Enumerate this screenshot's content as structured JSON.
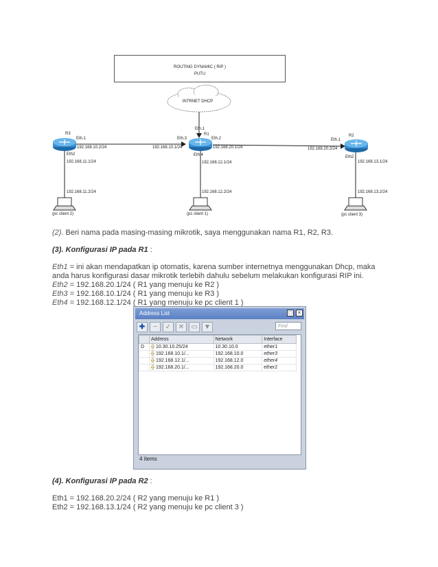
{
  "diagram": {
    "title_line1": "ROUTING DYNAMIC ( RIP )",
    "title_line2": "PUTU",
    "cloud": "INTRNET DHCP",
    "r1": {
      "name": "R1",
      "eth1": "Eth.1",
      "eth2": "Eth.2",
      "eth3": "Eth.3",
      "eth4": "Eth.4",
      "ip_eth3": "192.168.10.1/24",
      "ip_eth2": "192.168.20.1/24",
      "ip_eth4": "192.168.12.1/24",
      "ip_client": "192.168.12.2/24",
      "client": "(pc client 1)"
    },
    "r3": {
      "name": "R3",
      "eth1": "Eth.1",
      "eth2": "Eth2",
      "ip_eth1": "192.168.10.2/24",
      "ip_eth2": "192.168.11.1/24",
      "ip_client": "192.168.11.2/24",
      "client": "(pc client 2)"
    },
    "r2": {
      "name": "R2",
      "eth1": "Eth.1",
      "eth2": "Eth2",
      "ip_eth1": "192.168.20.2/24",
      "ip_eth2": "192.168.13.1/24",
      "ip_client": "192.168.13.2/24",
      "client": "(pc client 3)"
    }
  },
  "text": {
    "p2_num": "(2).",
    "p2": " Beri nama pada masing-masing mikrotik, saya menggunakan nama R1, R2, R3.",
    "p3_head": "(3). Konfigurasi IP pada R1",
    "p3_colon": " :",
    "eth1_k": "Eth1",
    "eth1_l1": " = ini akan mendapatkan ip otomatis, karena sumber internetnya   menggunakan Dhcp, maka",
    "eth1_l2": "anda harus konfigurasi dasar  mikrotik terlebih dahulu sebelum melakukan konfigurasi RIP ini.",
    "eth2_k": "Eth2",
    "eth2_v": " = 192.168.20.1/24 ( R1 yang menuju ke R2 )",
    "eth3_k": "Eth3",
    "eth3_v": " = 192.168.10.1/24 ( R1 yang menuju ke R3 )",
    "eth4_k": "Eth4",
    "eth4_v": " = 192.168.12.1/24 ( R1 yang menuju ke pc client 1 )",
    "p4_head": "(4). Konfigurasi IP pada R2",
    "p4_colon": " :",
    "r2_eth1": "Eth1 = 192.168.20.2/24 ( R2 yang menuju ke R1 )",
    "r2_eth2": "Eth2 = 192.168.13.1/24 ( R2 yang menuju ke pc client 3 )"
  },
  "address_list": {
    "title": "Address List",
    "find_placeholder": "Find",
    "columns": [
      "Address",
      "Network",
      "Interface"
    ],
    "rows": [
      {
        "flag": "D",
        "address": "10.30.10.25/24",
        "network": "10.30.10.0",
        "interface": "ether1"
      },
      {
        "flag": "",
        "address": "192.168.10.1/...",
        "network": "192.168.10.0",
        "interface": "ether3"
      },
      {
        "flag": "",
        "address": "192.168.12.1/...",
        "network": "192.168.12.0",
        "interface": "ether4"
      },
      {
        "flag": "",
        "address": "192.168.20.1/...",
        "network": "192.168.20.0",
        "interface": "ether2"
      }
    ],
    "status": "4 items"
  }
}
